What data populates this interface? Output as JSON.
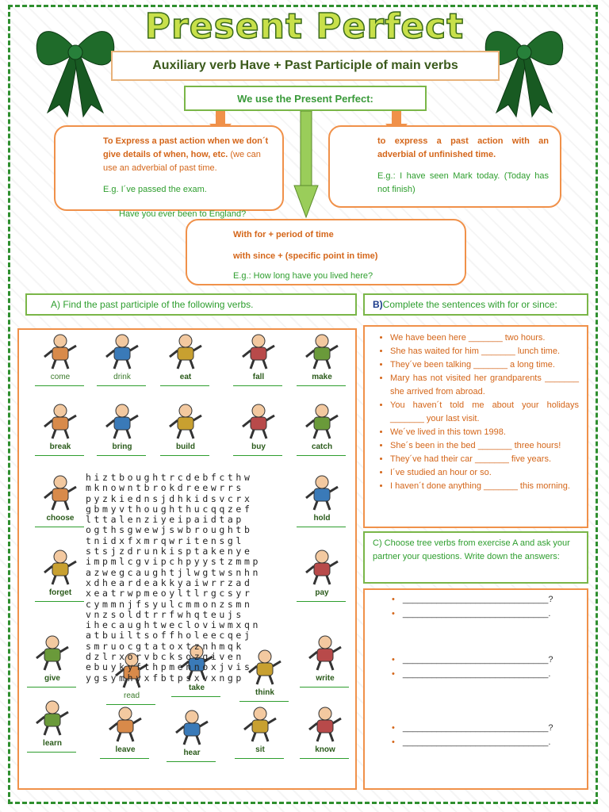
{
  "header": {
    "title": "Present Perfect",
    "subtitle": "Auxiliary verb Have + Past Participle of main verbs",
    "use_label": "We use the Present Perfect:"
  },
  "box_left": {
    "line1": "To Express a past action when we don´t give details of when, how, etc.",
    "line2": " (we can use an adverbial of past time.",
    "example1": "E.g. I´ve passed the exam.",
    "example2": "Have you ever been to England?"
  },
  "box_right": {
    "line1": "to express a past action with an adverbial of unfinished time.",
    "example": "E.g.: I have seen Mark today. (Today has not finish)"
  },
  "box_center": {
    "line1": "With for + period of time",
    "line2": "with since + (specific point in time)",
    "example": "E.g.: How long have you lived here?"
  },
  "section_a": {
    "label": "A)   Find the past participle of the following verbs."
  },
  "section_b": {
    "prefix": "B)",
    "label": " Complete  the sentences with for or since:",
    "sentences": [
      "We have been here _______ two hours.",
      "She has waited for him _______ lunch time.",
      "They´ve been talking _______ a long time.",
      "Mary has not visited her grandparents _______ she arrived from abroad.",
      "You haven´t told me about your holidays _______ your last visit.",
      "We´ve lived in this town 1998.",
      "She´s been in the bed _______ three hours!",
      "They´ve had their car _______ five years.",
      "I´ve studied  an hour or so.",
      "I haven´t done anything _______ this morning."
    ]
  },
  "section_c": {
    "label": "C) Choose tree verbs from exercise A and ask your partner your questions. Write down the answers:",
    "answer_lines": [
      "______________________________?",
      "______________________________.",
      "______________________________?",
      "______________________________.",
      "______________________________?",
      "______________________________."
    ]
  },
  "verbs": [
    "come",
    "drink",
    "eat",
    "fall",
    "make",
    "break",
    "bring",
    "build",
    "buy",
    "catch",
    "choose",
    "hold",
    "forget",
    "pay",
    "give",
    "read",
    "take",
    "think",
    "write",
    "learn",
    "leave",
    "hear",
    "sit",
    "know"
  ],
  "wordsearch": [
    "hiztboughtrcdebfcthw",
    "mknowntbrokdreewrrs",
    "pyzkiednsjdhkidsvcrx",
    "gbmyvthoughthucqqzef",
    "lttalenziyeipaidtap",
    "ogthsgwewjswbroughtb",
    "tnidxfxmrqwritensgl",
    "stsjzdrunkisptakenye",
    "impmlcgvipchpyystzmmp",
    "azwegcaughtjlwgtwsnhn",
    "xdheardeakkyaiwrrzad",
    "xeatrwpmeoyltlrgcsyr",
    "cymmnjfsyulcmmonzsmn",
    "vnzsoldtrrfwhqteujs",
    "ihecaughtwecloviwmxqn",
    "atbuiltsoffholeecqej",
    "smruocgtatoxtznhmqk",
    "dzlrxorvbcksozgiven",
    "ebuykyfthpmennoxjvis",
    "ygsymhyxfbtpsxvxngp"
  ],
  "colors": {
    "orange": "#f0914a",
    "green": "#7ab648",
    "title_fill": "#c8e04a",
    "border": "#2f8f2f"
  }
}
